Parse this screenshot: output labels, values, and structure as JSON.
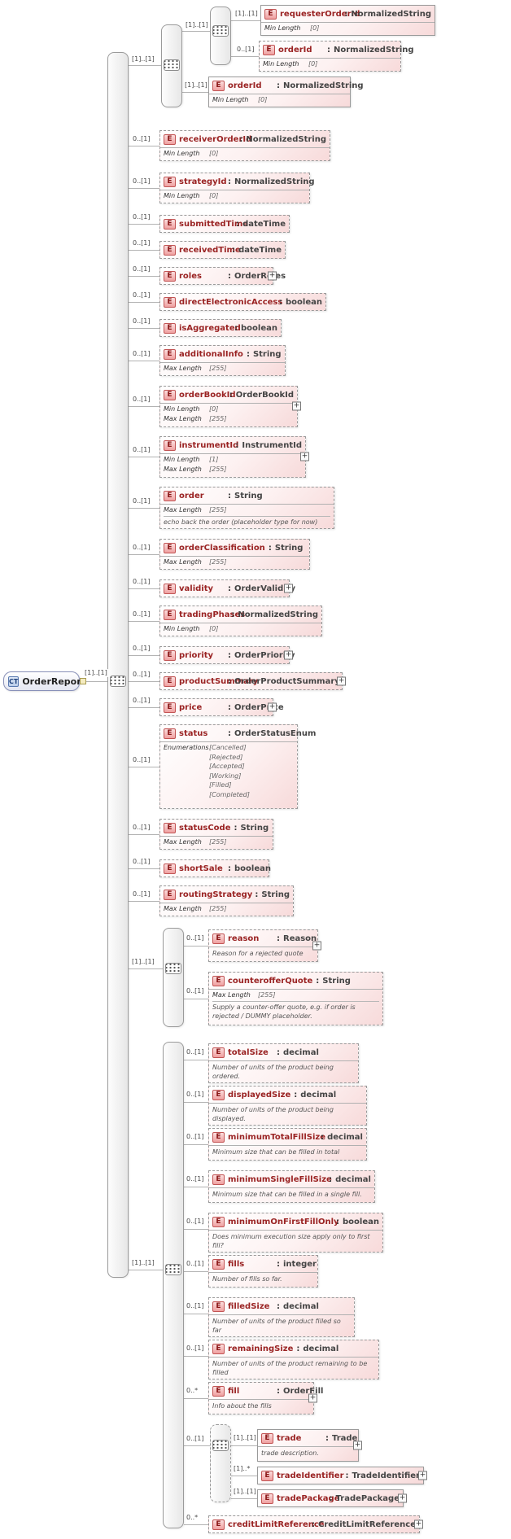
{
  "root": {
    "badge": "CT",
    "name": "OrderReport",
    "cardinality": "[1]..[1]"
  },
  "badges": {
    "element": "E"
  },
  "syntax": {
    "colon": ":",
    "plus": "+"
  },
  "groups": {
    "top_outer": {
      "cardinality": "[1]..[1]"
    },
    "top_inner": {
      "cardinality": "[1]..[1]"
    },
    "reason_group": {
      "cardinality": "[1]..[1]"
    },
    "size_group": {
      "cardinality": "[1]..[1]"
    },
    "trade_group": {
      "cardinality": "0..[1]"
    }
  },
  "nodes": {
    "requesterOrderId": {
      "cardinality": "[1]..[1]",
      "name": "requesterOrderId",
      "type": "NormalizedString",
      "facets": [
        {
          "label": "Min Length",
          "value": "[0]"
        }
      ]
    },
    "orderId_first": {
      "cardinality": "0..[1]",
      "name": "orderId",
      "type": "NormalizedString",
      "facets": [
        {
          "label": "Min Length",
          "value": "[0]"
        }
      ]
    },
    "orderId_second": {
      "cardinality": "[1]..[1]",
      "name": "orderId",
      "type": "NormalizedString",
      "facets": [
        {
          "label": "Min Length",
          "value": "[0]"
        }
      ]
    },
    "receiverOrderId": {
      "cardinality": "0..[1]",
      "name": "receiverOrderId",
      "type": "NormalizedString",
      "facets": [
        {
          "label": "Min Length",
          "value": "[0]"
        }
      ]
    },
    "strategyId": {
      "cardinality": "0..[1]",
      "name": "strategyId",
      "type": "NormalizedString",
      "facets": [
        {
          "label": "Min Length",
          "value": "[0]"
        }
      ]
    },
    "submittedTime": {
      "cardinality": "0..[1]",
      "name": "submittedTime",
      "type": "dateTime"
    },
    "receivedTime": {
      "cardinality": "0..[1]",
      "name": "receivedTime",
      "type": "dateTime"
    },
    "roles": {
      "cardinality": "0..[1]",
      "name": "roles",
      "type": "OrderRoles",
      "expandable": true
    },
    "directElectronicAccess": {
      "cardinality": "0..[1]",
      "name": "directElectronicAccess",
      "type": "boolean"
    },
    "isAggregated": {
      "cardinality": "0..[1]",
      "name": "isAggregated",
      "type": "boolean"
    },
    "additionalInfo": {
      "cardinality": "0..[1]",
      "name": "additionalInfo",
      "type": "String",
      "facets": [
        {
          "label": "Max Length",
          "value": "[255]"
        }
      ]
    },
    "orderBookId": {
      "cardinality": "0..[1]",
      "name": "orderBookId",
      "type": "OrderBookId",
      "facets": [
        {
          "label": "Min Length",
          "value": "[0]"
        },
        {
          "label": "Max Length",
          "value": "[255]"
        }
      ],
      "expandable": true
    },
    "instrumentId": {
      "cardinality": "0..[1]",
      "name": "instrumentId",
      "type": "InstrumentId",
      "facets": [
        {
          "label": "Min Length",
          "value": "[1]"
        },
        {
          "label": "Max Length",
          "value": "[255]"
        }
      ],
      "expandable": true
    },
    "order": {
      "cardinality": "0..[1]",
      "name": "order",
      "type": "String",
      "facets": [
        {
          "label": "Max Length",
          "value": "[255]"
        }
      ],
      "annotation": "echo back the order (placeholder type for now)"
    },
    "orderClassification": {
      "cardinality": "0..[1]",
      "name": "orderClassification",
      "type": "String",
      "facets": [
        {
          "label": "Max Length",
          "value": "[255]"
        }
      ]
    },
    "validity": {
      "cardinality": "0..[1]",
      "name": "validity",
      "type": "OrderValidity",
      "expandable": true
    },
    "tradingPhases": {
      "cardinality": "0..[1]",
      "name": "tradingPhases",
      "type": "NormalizedString",
      "facets": [
        {
          "label": "Min Length",
          "value": "[0]"
        }
      ]
    },
    "priority": {
      "cardinality": "0..[1]",
      "name": "priority",
      "type": "OrderPriority",
      "expandable": true
    },
    "productSummary": {
      "cardinality": "0..[1]",
      "name": "productSummary",
      "type": "OrderProductSummary",
      "expandable": true
    },
    "price": {
      "cardinality": "0..[1]",
      "name": "price",
      "type": "OrderPrice",
      "expandable": true
    },
    "status": {
      "cardinality": "0..[1]",
      "name": "status",
      "type": "OrderStatusEnum",
      "enumerations_label": "Enumerations",
      "enumerations": [
        "[Cancelled]",
        "[Rejected]",
        "[Accepted]",
        "[Working]",
        "[Filled]",
        "[Completed]"
      ]
    },
    "statusCode": {
      "cardinality": "0..[1]",
      "name": "statusCode",
      "type": "String",
      "facets": [
        {
          "label": "Max Length",
          "value": "[255]"
        }
      ]
    },
    "shortSale": {
      "cardinality": "0..[1]",
      "name": "shortSale",
      "type": "boolean"
    },
    "routingStrategy": {
      "cardinality": "0..[1]",
      "name": "routingStrategy",
      "type": "String",
      "facets": [
        {
          "label": "Max Length",
          "value": "[255]"
        }
      ]
    },
    "reason": {
      "cardinality": "0..[1]",
      "name": "reason",
      "type": "Reason",
      "annotation": "Reason for a rejected quote",
      "expandable": true
    },
    "counterofferQuote": {
      "cardinality": "0..[1]",
      "name": "counterofferQuote",
      "type": "String",
      "facets": [
        {
          "label": "Max Length",
          "value": "[255]"
        }
      ],
      "annotation": "Supply a counter-offer quote, e.g. if order is rejected / DUMMY placeholder."
    },
    "totalSize": {
      "cardinality": "0..[1]",
      "name": "totalSize",
      "type": "decimal",
      "annotation": "Number of units of the product being ordered."
    },
    "displayedSize": {
      "cardinality": "0..[1]",
      "name": "displayedSize",
      "type": "decimal",
      "annotation": "Number of units of the product being displayed."
    },
    "minimumTotalFillSize": {
      "cardinality": "0..[1]",
      "name": "minimumTotalFillSize",
      "type": "decimal",
      "annotation": "Minimum size that can be filled in total"
    },
    "minimumSingleFillSize": {
      "cardinality": "0..[1]",
      "name": "minimumSingleFillSize",
      "type": "decimal",
      "annotation": "Minimum size that can be filled in a single fill."
    },
    "minimumOnFirstFillOnly": {
      "cardinality": "0..[1]",
      "name": "minimumOnFirstFillOnly",
      "type": "boolean",
      "annotation": "Does minimum execution size apply only to first fill?"
    },
    "fills": {
      "cardinality": "0..[1]",
      "name": "fills",
      "type": "integer",
      "annotation": "Number of fills so far."
    },
    "filledSize": {
      "cardinality": "0..[1]",
      "name": "filledSize",
      "type": "decimal",
      "annotation": "Number of units of the product filled so far"
    },
    "remainingSize": {
      "cardinality": "0..[1]",
      "name": "remainingSize",
      "type": "decimal",
      "annotation": "Number of units of the product remaining to be filled"
    },
    "fill": {
      "cardinality": "0..*",
      "name": "fill",
      "type": "OrderFill",
      "annotation": "Info about the fills",
      "expandable": true
    },
    "trade": {
      "cardinality": "[1]..[1]",
      "name": "trade",
      "type": "Trade",
      "annotation": "trade description.",
      "expandable": true
    },
    "tradeIdentifier": {
      "cardinality": "[1]..*",
      "name": "tradeIdentifier",
      "type": "TradeIdentifier",
      "expandable": true
    },
    "tradePackage": {
      "cardinality": "[1]..[1]",
      "name": "tradePackage",
      "type": "TradePackage",
      "expandable": true
    },
    "creditLimitReference": {
      "cardinality": "0..*",
      "name": "creditLimitReference",
      "type": "CreditLimitReference",
      "expandable": true
    }
  }
}
